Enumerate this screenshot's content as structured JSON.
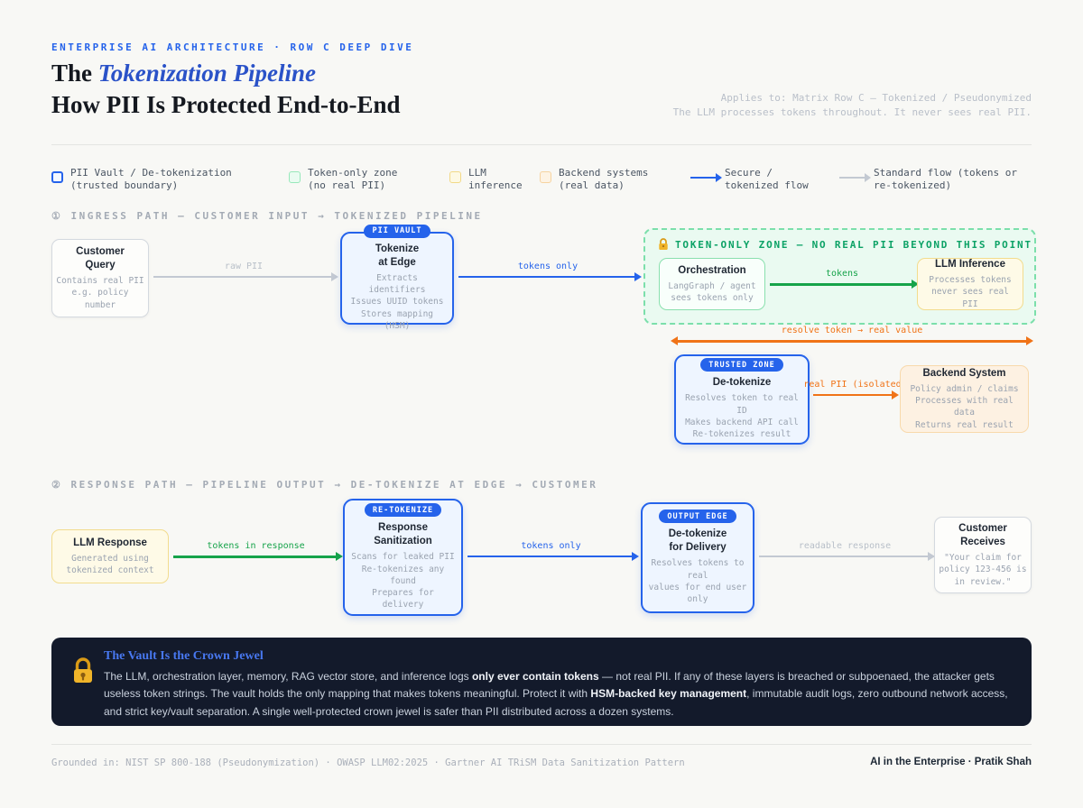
{
  "colors": {
    "accent_blue": "#2563eb",
    "flow_green": "#16a34a",
    "flow_orange": "#f07317",
    "flow_gray": "#c3c9d2",
    "zone_green": "#0ca266",
    "callout_bg": "#131a2b",
    "title_blue": "#2a52c8"
  },
  "icons": {
    "zone_lock": "lock",
    "vault_lock": "lock-with-key"
  },
  "header": {
    "eyebrow": "ENTERPRISE AI ARCHITECTURE · ROW C DEEP DIVE",
    "title_prefix": "The",
    "title_emphasis": "Tokenization Pipeline",
    "title_line2": "How PII Is Protected End-to-End",
    "applies_1": "Applies to: Matrix Row C — Tokenized / Pseudonymized",
    "applies_2": "The LLM processes tokens throughout. It never sees real PII."
  },
  "legend": {
    "pii_vault": "PII Vault / De-tokenization (trusted boundary)",
    "token_zone": "Token-only zone (no real PII)",
    "llm_inference": "LLM inference",
    "backend": "Backend systems (real data)",
    "secure_flow": "Secure / tokenized flow",
    "standard_flow": "Standard flow (tokens or re-tokenized)"
  },
  "ingress": {
    "section_label": "① INGRESS PATH — CUSTOMER INPUT → TOKENIZED PIPELINE",
    "customer_query": {
      "title": "Customer\nQuery",
      "body": "Contains real PII\ne.g. policy\nnumber"
    },
    "raw_pii_label": "raw PII",
    "tokenize_edge": {
      "badge": "PII VAULT",
      "title": "Tokenize\nat Edge",
      "body": "Extracts identifiers\nIssues UUID tokens\nStores mapping (HSM)"
    },
    "tokens_only_label": "tokens only",
    "zone": {
      "header": "TOKEN-ONLY ZONE — NO REAL PII BEYOND THIS POINT",
      "orchestration": {
        "title": "Orchestration",
        "body": "LangGraph / agent\nsees tokens only"
      },
      "tokens_label": "tokens",
      "llm_inference": {
        "title": "LLM Inference",
        "body": "Processes tokens\nnever sees real PII"
      }
    },
    "resolve_label": "resolve token → real value",
    "detokenize": {
      "badge": "TRUSTED ZONE",
      "title": "De-tokenize",
      "body": "Resolves token to real\nID\nMakes backend API call\nRe-tokenizes result"
    },
    "real_pii_label": "real PII (isolated)",
    "backend": {
      "title": "Backend System",
      "body": "Policy admin / claims\nProcesses with real data\nReturns real result"
    }
  },
  "response": {
    "section_label": "② RESPONSE PATH — PIPELINE OUTPUT → DE-TOKENIZE AT EDGE → CUSTOMER",
    "llm_response": {
      "title": "LLM Response",
      "body": "Generated using\ntokenized context"
    },
    "tokens_in_response_label": "tokens in response",
    "sanitization": {
      "badge": "RE-TOKENIZE",
      "title": "Response\nSanitization",
      "body": "Scans for leaked PII\nRe-tokenizes any\nfound\nPrepares for\ndelivery"
    },
    "tokens_only_label": "tokens only",
    "detokenize_delivery": {
      "badge": "OUTPUT EDGE",
      "title": "De-tokenize\nfor Delivery",
      "body": "Resolves tokens to\nreal\nvalues for end user\nonly"
    },
    "readable_label": "readable response",
    "customer_receives": {
      "title": "Customer\nReceives",
      "body": "\"Your claim for\npolicy 123-456 is\nin review.\""
    }
  },
  "callout": {
    "title": "The Vault Is the Crown Jewel",
    "body_segments": [
      {
        "text": "The LLM, orchestration layer, memory, RAG vector store, and inference logs ",
        "bold": false
      },
      {
        "text": "only ever contain tokens",
        "bold": true
      },
      {
        "text": " — not real PII. If any of these layers is breached or subpoenaed, the attacker gets useless token strings. The vault holds the only mapping that makes tokens meaningful. Protect it with ",
        "bold": false
      },
      {
        "text": "HSM-backed key management",
        "bold": true
      },
      {
        "text": ", immutable audit logs, zero outbound network access, and strict key/vault separation. A single well-protected crown jewel is safer than PII distributed across a dozen systems.",
        "bold": false
      }
    ]
  },
  "footer": {
    "left": "Grounded in: NIST SP 800-188 (Pseudonymization) · OWASP LLM02:2025 · Gartner AI TRiSM Data Sanitization Pattern",
    "right": "AI in the Enterprise · Pratik Shah"
  }
}
